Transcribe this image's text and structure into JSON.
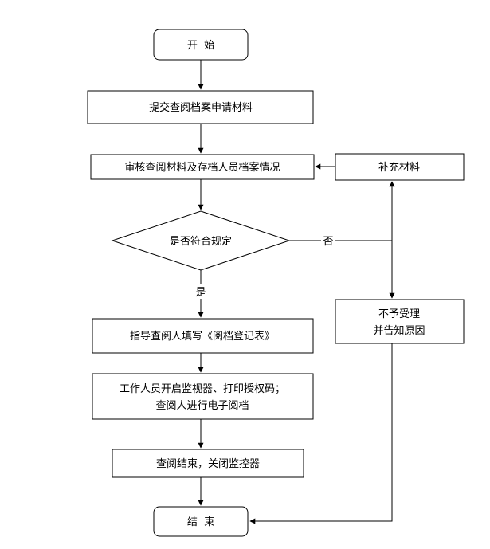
{
  "nodes": {
    "start": "开  始",
    "submit": "提交查阅档案申请材料",
    "review": "审核查阅材料及存档人员档案情况",
    "supplement": "补充材料",
    "decision": "是否符合规定",
    "guide": "指导查阅人填写《阅档登记表》",
    "staff_line1": "工作人员开启监视器、打印授权码；",
    "staff_line2": "查阅人进行电子阅档",
    "reject_line1": "不予受理",
    "reject_line2": "并告知原因",
    "finish": "查阅结束，关闭监控器",
    "end": "结  束"
  },
  "edges": {
    "yes": "是",
    "no": "否"
  }
}
